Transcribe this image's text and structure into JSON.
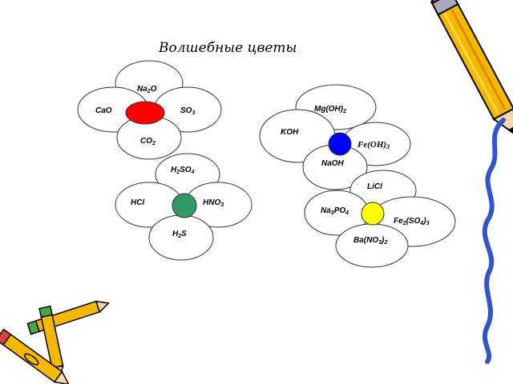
{
  "title": "Волшебные цветы",
  "colors": {
    "red": "#ff0000",
    "blue": "#0000ff",
    "green": "#339966",
    "yellow": "#ffff00"
  },
  "flowers": [
    {
      "center_color": "red",
      "petals": [
        {
          "formula": "Na",
          "sub": "2",
          "tail": "O",
          "tail_sub": ""
        },
        {
          "formula": "CaO",
          "sub": "",
          "tail": "",
          "tail_sub": ""
        },
        {
          "formula": "SO",
          "sub": "3",
          "tail": "",
          "tail_sub": ""
        },
        {
          "formula": "CO",
          "sub": "2",
          "tail": "",
          "tail_sub": ""
        }
      ]
    },
    {
      "center_color": "blue",
      "petals": [
        {
          "formula": "Mg(OH)",
          "sub": "2",
          "tail": "",
          "tail_sub": ""
        },
        {
          "formula": "KOH",
          "sub": "",
          "tail": "",
          "tail_sub": ""
        },
        {
          "formula": "Fe(OH)",
          "sub": "3",
          "tail": "",
          "tail_sub": ""
        },
        {
          "formula": "NaOH",
          "sub": "",
          "tail": "",
          "tail_sub": ""
        }
      ]
    },
    {
      "center_color": "green",
      "petals": [
        {
          "formula": "H",
          "sub": "2",
          "tail": "SO",
          "tail_sub": "4"
        },
        {
          "formula": "HCl",
          "sub": "",
          "tail": "",
          "tail_sub": ""
        },
        {
          "formula": "HNO",
          "sub": "3",
          "tail": "",
          "tail_sub": ""
        },
        {
          "formula": "H",
          "sub": "2",
          "tail": "S",
          "tail_sub": ""
        }
      ]
    },
    {
      "center_color": "yellow",
      "petals": [
        {
          "formula": "LiCl",
          "sub": "",
          "tail": "",
          "tail_sub": ""
        },
        {
          "formula": "Na",
          "sub": "3",
          "tail": "PO",
          "tail_sub": "4"
        },
        {
          "formula": "Fe",
          "sub": "2",
          "tail": "(SO",
          "tail_sub": "4",
          "tail2": ")",
          "tail2_sub": "3"
        },
        {
          "formula": "Ba(NO",
          "sub": "3",
          "tail": ")",
          "tail_sub": "2"
        }
      ]
    }
  ]
}
